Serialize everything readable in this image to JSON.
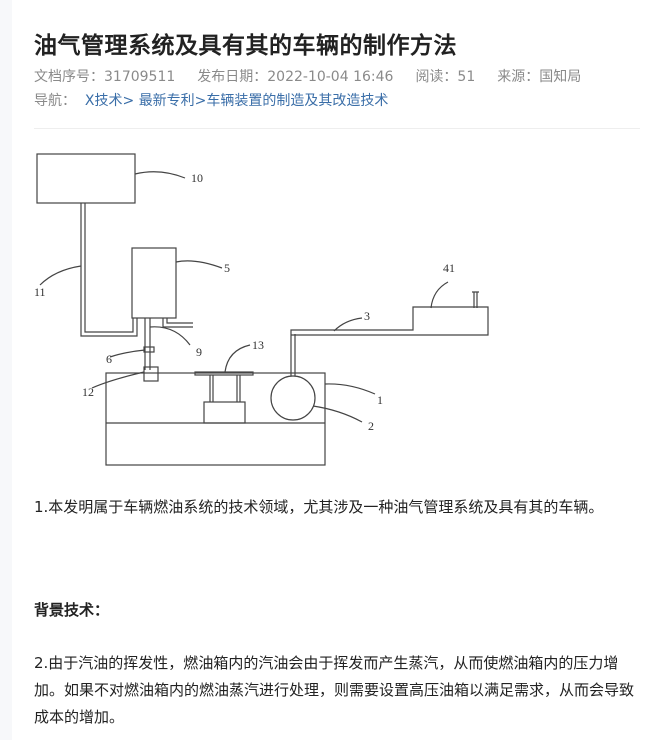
{
  "title": "油气管理系统及具有其的车辆的制作方法",
  "meta": {
    "doc_no": "文档序号：31709511",
    "date": "发布日期：2022-10-04 16:46",
    "reads": "阅读：51",
    "source": "来源：国知局"
  },
  "nav": {
    "label": "导航：",
    "items": [
      "X技术>",
      "最新专利>",
      "车辆装置的制造及其改造技术"
    ]
  },
  "figure": {
    "labels": [
      "10",
      "11",
      "5",
      "41",
      "3",
      "9",
      "13",
      "6",
      "12",
      "1",
      "2"
    ]
  },
  "paragraphs": {
    "p1": "1.本发明属于车辆燃油系统的技术领域，尤其涉及一种油气管理系统及具有其的车辆。",
    "heading": "背景技术：",
    "p2": "2.由于汽油的挥发性，燃油箱内的汽油会由于挥发而产生蒸汽，从而使燃油箱内的压力增加。如果不对燃油箱内的燃油蒸汽进行处理，则需要设置高压油箱以满足需求，从而会导致成本的增加。"
  }
}
